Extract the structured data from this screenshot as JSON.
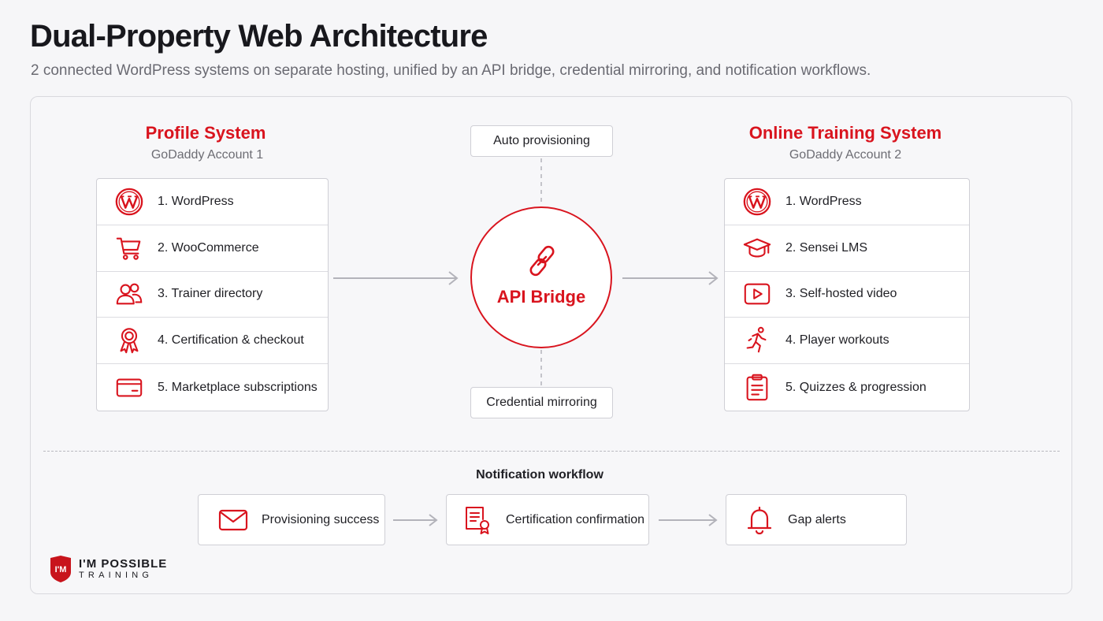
{
  "header": {
    "title": "Dual-Property Web Architecture",
    "subtitle": "2 connected WordPress systems on separate hosting, unified by an API bridge, credential mirroring, and notification workflows."
  },
  "left_system": {
    "title": "Profile System",
    "subtitle": "GoDaddy Account 1",
    "items": [
      {
        "label": "1. WordPress",
        "icon": "wordpress-icon"
      },
      {
        "label": "2. WooCommerce",
        "icon": "cart-icon"
      },
      {
        "label": "3. Trainer directory",
        "icon": "users-icon"
      },
      {
        "label": "4. Certification & checkout",
        "icon": "award-icon"
      },
      {
        "label": "5. Marketplace subscriptions",
        "icon": "card-icon"
      }
    ]
  },
  "right_system": {
    "title": "Online Training System",
    "subtitle": "GoDaddy Account 2",
    "items": [
      {
        "label": "1. WordPress",
        "icon": "wordpress-icon"
      },
      {
        "label": "2. Sensei LMS",
        "icon": "graduation-cap-icon"
      },
      {
        "label": "3. Self-hosted video",
        "icon": "video-play-icon"
      },
      {
        "label": "4. Player workouts",
        "icon": "runner-icon"
      },
      {
        "label": "5. Quizzes & progression",
        "icon": "clipboard-icon"
      }
    ]
  },
  "bridge": {
    "label": "API Bridge",
    "top_tag": "Auto provisioning",
    "bottom_tag": "Credential mirroring"
  },
  "notifications": {
    "title": "Notification workflow",
    "steps": [
      {
        "label": "Provisioning success",
        "icon": "envelope-icon"
      },
      {
        "label": "Certification confirmation",
        "icon": "certificate-icon"
      },
      {
        "label": "Gap alerts",
        "icon": "bell-icon"
      }
    ]
  },
  "logo": {
    "mark": "I'M",
    "main": "I'M POSSIBLE",
    "sub": "TRAINING"
  },
  "colors": {
    "accent": "#d9141e",
    "border": "#cfcfd5",
    "arrow": "#b3b3ba"
  }
}
